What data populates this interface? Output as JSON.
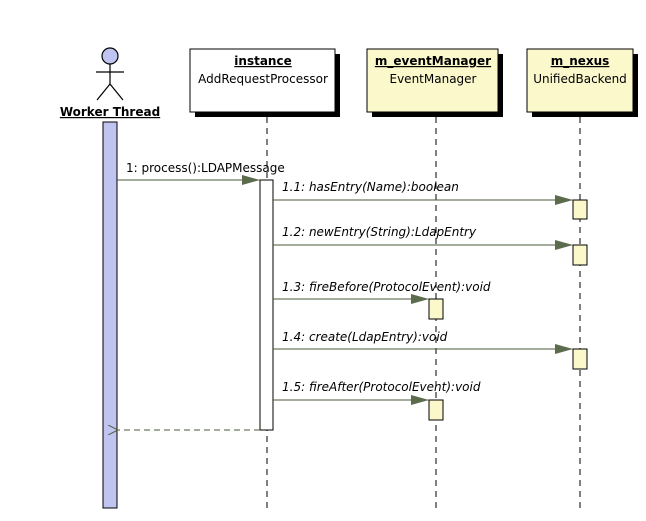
{
  "actor": {
    "name": "Worker Thread",
    "icon": "stick-figure-actor-icon"
  },
  "lifelines": [
    {
      "key": "instance",
      "name": "instance",
      "type": "AddRequestProcessor",
      "fill": "#ffffff"
    },
    {
      "key": "eventManager",
      "name": "m_eventManager",
      "type": "EventManager",
      "fill": "#fbf8cc"
    },
    {
      "key": "nexus",
      "name": "m_nexus",
      "type": "UnifiedBackend",
      "fill": "#fbf8cc"
    }
  ],
  "messages": [
    {
      "label": "1: process():LDAPMessage",
      "italic": false
    },
    {
      "label": "1.1: hasEntry(Name):boolean",
      "italic": true
    },
    {
      "label": "1.2: newEntry(String):LdapEntry",
      "italic": true
    },
    {
      "label": "1.3: fireBefore(ProtocolEvent):void",
      "italic": true
    },
    {
      "label": "1.4: create(LdapEntry):void",
      "italic": true
    },
    {
      "label": "1.5: fireAfter(ProtocolEvent):void",
      "italic": true
    }
  ],
  "colors": {
    "actor_bar": "#c0c4f0",
    "activation": "#fbf8cc",
    "line": "#4a5a3a",
    "shadow": "#000000"
  }
}
